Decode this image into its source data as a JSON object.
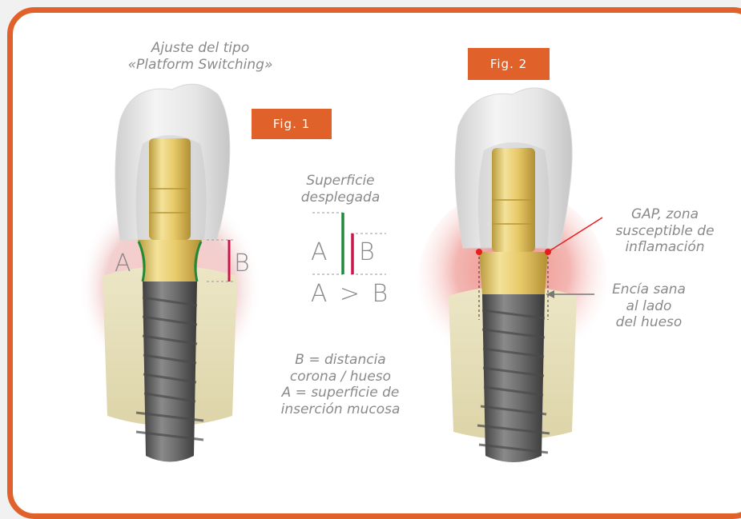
{
  "fig1": {
    "caption_line1": "Ajuste del tipo",
    "caption_line2": "«Platform Switching»",
    "badge": "Fig. 1",
    "label_a": "A",
    "label_b": "B"
  },
  "center": {
    "title_line1": "Superficie",
    "title_line2": "desplegada",
    "label_a": "A",
    "label_b": "B",
    "comparison": "A > B",
    "legend_line1": "B = distancia",
    "legend_line2": "corona / hueso",
    "legend_line3": "A = superficie de",
    "legend_line4": "inserción mucosa"
  },
  "fig2": {
    "badge": "Fig. 2",
    "gap_line1": "GAP, zona",
    "gap_line2": "susceptible de",
    "gap_line3": "inflamación",
    "gum_line1": "Encía sana",
    "gum_line2": "al lado",
    "gum_line3": "del hueso"
  },
  "colors": {
    "accent": "#e0622a",
    "marker_green": "#1e8a3a",
    "marker_crimson": "#c8174a",
    "inflammation": "#e81d1d",
    "gold": "#e7c968",
    "implant": "#6f6f6f"
  }
}
